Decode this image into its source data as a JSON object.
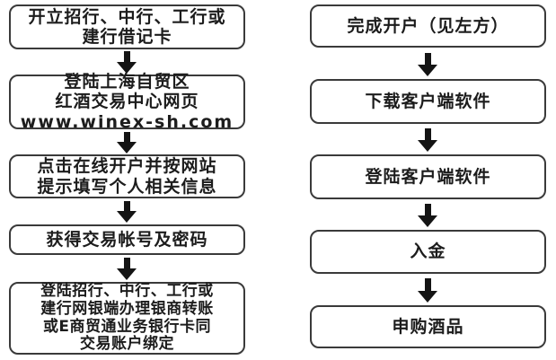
{
  "diagram": {
    "type": "flowchart",
    "description_language": "zh",
    "colors": {
      "page_background": "#ffffff",
      "box_background": "#ffffff",
      "box_border": "#3a3a3a",
      "text": "#1c1c1c",
      "arrow": "#141414"
    },
    "columns": {
      "left": {
        "boxes": [
          {
            "id": "open-bank-card",
            "lines": [
              "开立招行、中行、工行或",
              "建行借记卡"
            ]
          },
          {
            "id": "visit-website",
            "lines": [
              "登陆上海自贸区",
              "红酒交易中心网页",
              "www.winex-sh.com"
            ]
          },
          {
            "id": "online-registration",
            "lines": [
              "点击在线开户并按网站",
              "提示填写个人相关信息"
            ]
          },
          {
            "id": "get-account",
            "lines": [
              "获得交易帐号及密码"
            ]
          },
          {
            "id": "bind-bank-account",
            "lines": [
              "登陆招行、中行、工行或",
              "建行网银端办理银商转账",
              "或E商贸通业务银行卡同",
              "交易账户绑定"
            ]
          }
        ]
      },
      "right": {
        "boxes": [
          {
            "id": "complete-account",
            "lines": [
              "完成开户（见左方）"
            ]
          },
          {
            "id": "download-client",
            "lines": [
              "下载客户端软件"
            ]
          },
          {
            "id": "login-client",
            "lines": [
              "登陆客户端软件"
            ]
          },
          {
            "id": "deposit-funds",
            "lines": [
              "入金"
            ]
          },
          {
            "id": "purchase-wine",
            "lines": [
              "申购酒品"
            ]
          }
        ]
      }
    }
  }
}
